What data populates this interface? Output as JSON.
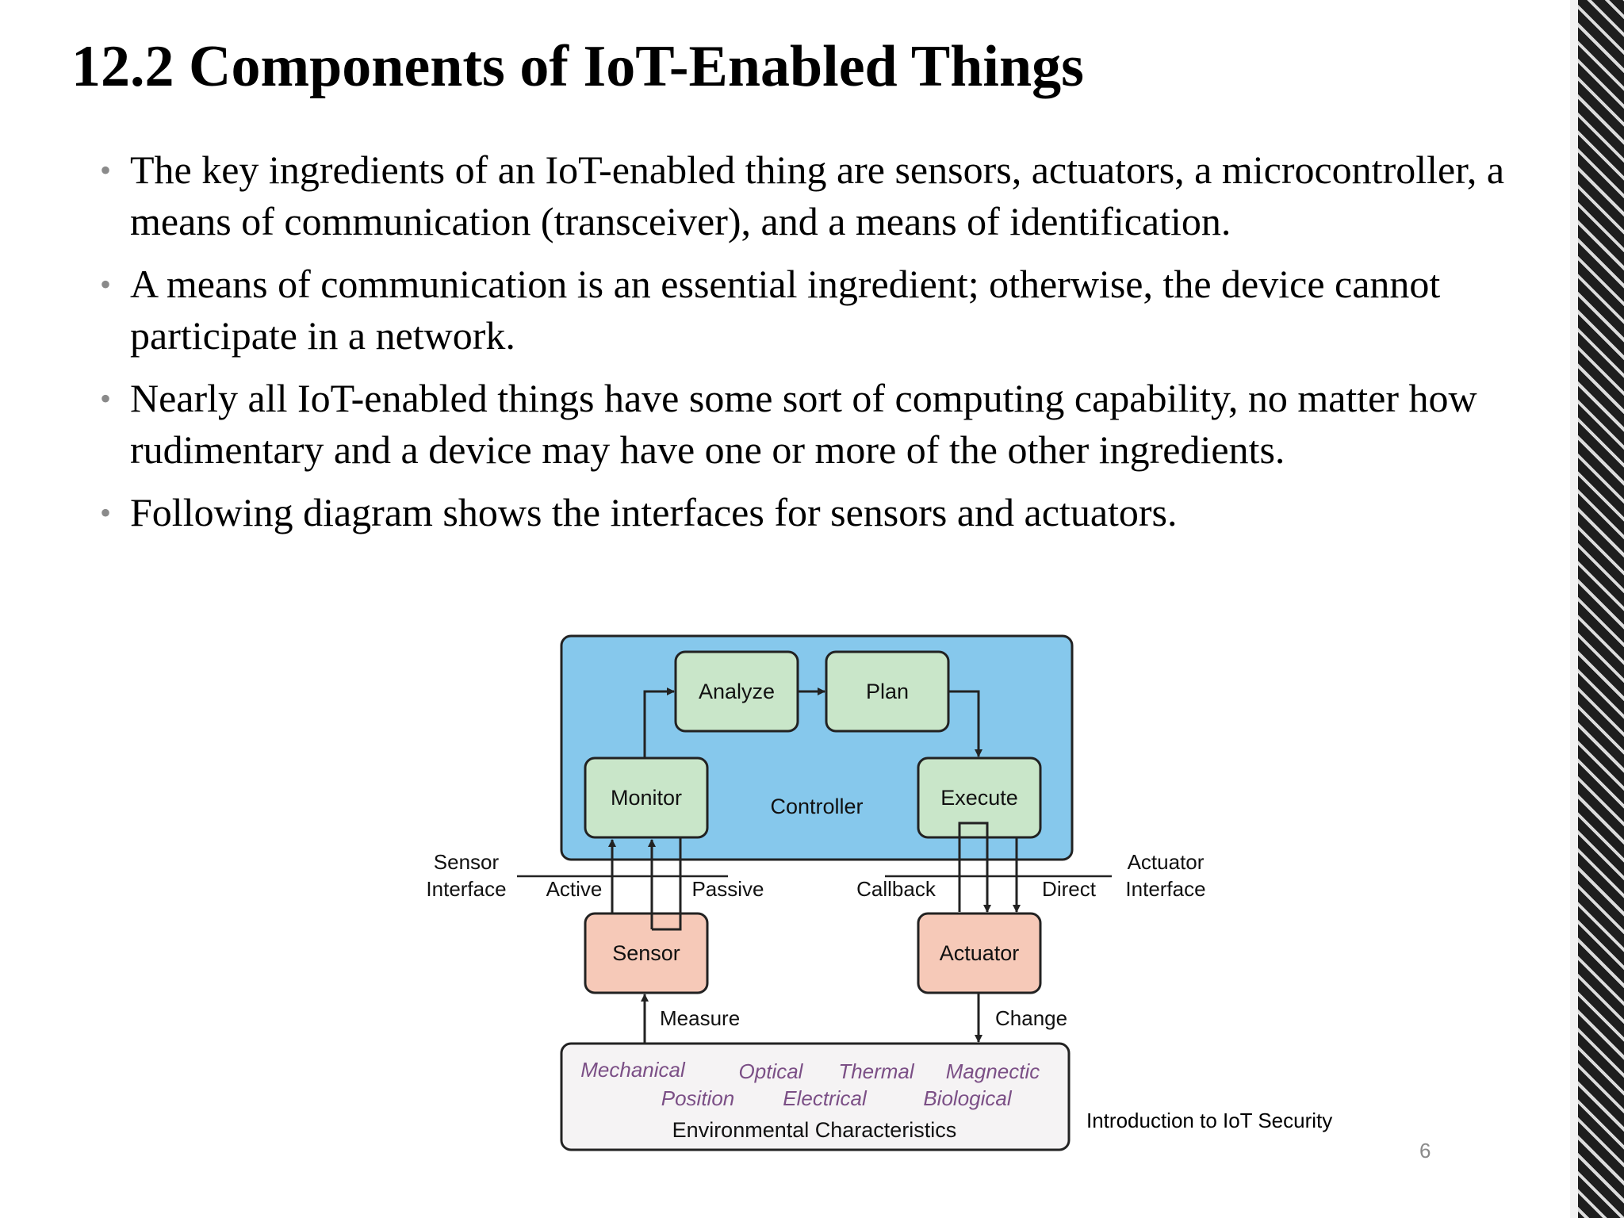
{
  "slide": {
    "title": "12.2 Components of IoT-Enabled Things",
    "bullets": [
      "The key ingredients of an IoT-enabled thing are sensors, actuators, a microcontroller, a means of communication (transceiver), and a means of identification.",
      "A means of communication is an essential ingredient; otherwise, the device cannot participate in a network.",
      "Nearly all IoT-enabled things have some sort of computing capability, no matter how rudimentary and a device may have one or more of the other ingredients.",
      "Following diagram shows the interfaces for sensors and actuators."
    ],
    "bullet_glyph": "•",
    "footer": "Introduction to IoT Security",
    "page_number": "6"
  },
  "diagram": {
    "controller_label": "Controller",
    "analyze": "Analyze",
    "plan": "Plan",
    "monitor": "Monitor",
    "execute": "Execute",
    "sensor": "Sensor",
    "actuator": "Actuator",
    "sensor_interface_line1": "Sensor",
    "sensor_interface_line2": "Interface",
    "actuator_interface_line1": "Actuator",
    "actuator_interface_line2": "Interface",
    "active": "Active",
    "passive": "Passive",
    "callback": "Callback",
    "direct": "Direct",
    "measure": "Measure",
    "change": "Change",
    "env_items": [
      "Mechanical",
      "Optical",
      "Thermal",
      "Magnectic",
      "Position",
      "Electrical",
      "Biological"
    ],
    "env_title": "Environmental Characteristics",
    "colors": {
      "controller_fill": "#86c8ec",
      "node_fill": "#c9e6c9",
      "device_fill": "#f6c9b8",
      "env_fill": "#f5f3f4",
      "env_item_text": "#7b4f86",
      "stroke": "#222222"
    }
  }
}
